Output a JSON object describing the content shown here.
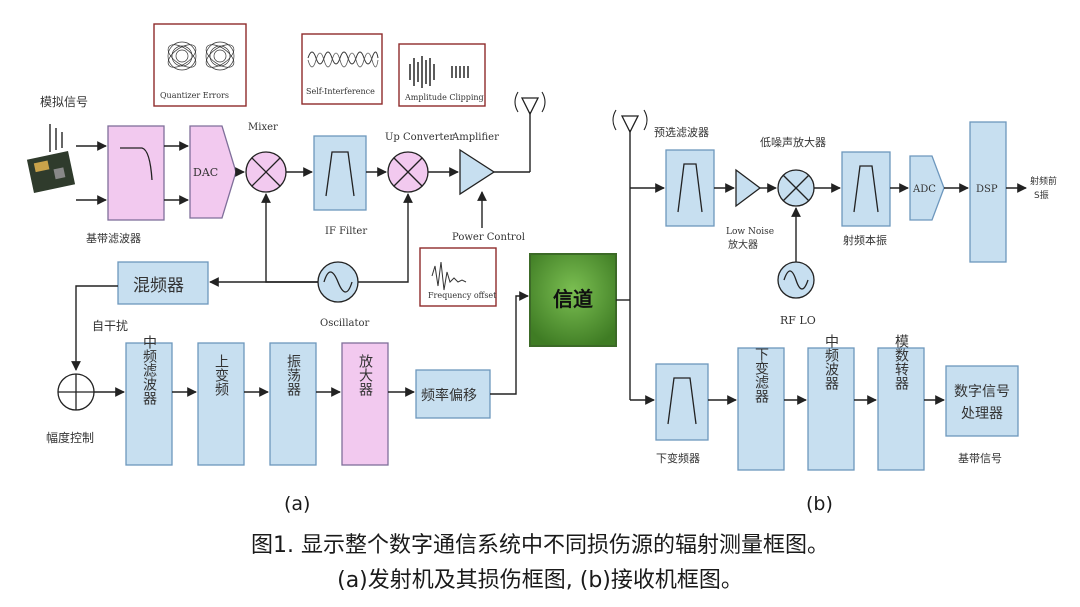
{
  "colors": {
    "block_blue": "#c7dff0",
    "block_pink": "#f2c9ef",
    "channel_green": "#5f9c3d",
    "inset_border": "#8f2b2b",
    "wire": "#222222"
  },
  "panel_labels": {
    "a": "(a)",
    "b": "(b)"
  },
  "caption": {
    "line1": "图1. 显示整个数字通信系统中不同损伤源的辐射测量框图。",
    "line2": "(a)发射机及其损伤框图, (b)接收机框图。"
  },
  "transmitter": {
    "analog_signal": "模拟信号",
    "baseband_filter": "基带滤波器",
    "dac": "DAC",
    "mixer": "Mixer",
    "if_filter": "IF Filter",
    "up_converter": "Up Converter",
    "amplifier": "Amplifier",
    "power_control": "Power Control",
    "oscillator": "Oscillator",
    "mixer_cn": "混频器",
    "self_interference_cn": "自干扰",
    "amplitude_control": "幅度控制",
    "chain": [
      "中频滤波器",
      "上变频",
      "振荡器",
      "放大器"
    ],
    "frequency_offset_cn": "频率偏移"
  },
  "insets": {
    "quantizer": "Quantizer Errors",
    "self_interference": "Self-Interference",
    "clipping": "Amplitude Clipping",
    "freq_offset": "Frequency offset"
  },
  "channel": "信道",
  "receiver": {
    "preselect_filter": "预选滤波器",
    "lna_cn": "低噪声放大器",
    "lna_en_1": "Low Noise",
    "lna_en_2": "放大器",
    "rf_lo_cn": "射频本振",
    "rf_lo": "RF LO",
    "adc": "ADC",
    "dsp": "DSP",
    "rf_s_1": "射频前",
    "rf_s_2": "S振",
    "downconverter_cn": "下变频器",
    "chain": [
      "下变滤器",
      "中频波器",
      "模数转器",
      "数字信号处理器"
    ],
    "baseband_signal": "基带信号"
  }
}
